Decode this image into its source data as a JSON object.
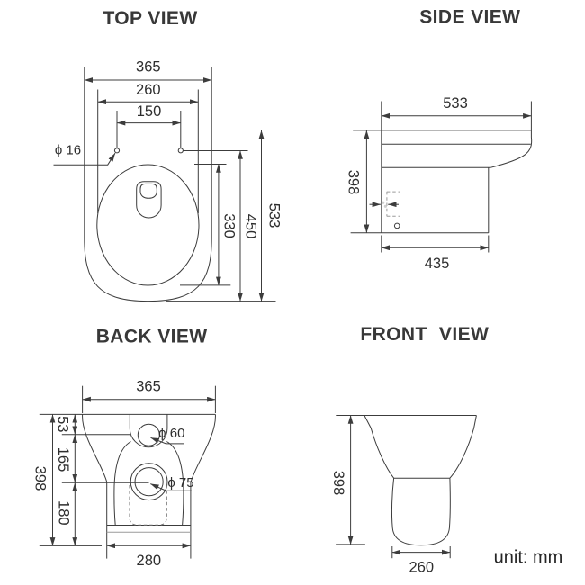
{
  "page": {
    "background": "#ffffff",
    "line_color": "#3c3c3c",
    "dashed_color": "#8c8c8c",
    "text_color": "#2e2e2e",
    "unit_note": "unit: mm"
  },
  "views": {
    "top": {
      "title": "TOP VIEW",
      "dims": {
        "overall_width": "365",
        "lid_width": "260",
        "hinge_hole_spacing": "150",
        "hinge_hole_diameter": "ϕ 16",
        "bowl_opening_length": "330",
        "rim_depth": "450",
        "overall_depth": "533"
      }
    },
    "side": {
      "title": "SIDE VIEW",
      "dims": {
        "overall_length": "533",
        "height": "398",
        "base_length": "435"
      }
    },
    "back": {
      "title": "BACK VIEW",
      "dims": {
        "overall_width": "365",
        "top_to_inlet": "53",
        "inlet_to_outlet": "165",
        "outlet_to_floor": "180",
        "height": "398",
        "inlet_diameter": "ϕ 60",
        "outlet_diameter": "ϕ 75",
        "base_width": "280"
      }
    },
    "front": {
      "title": "FRONT VIEW",
      "dims": {
        "height": "398",
        "base_width": "260"
      }
    }
  }
}
